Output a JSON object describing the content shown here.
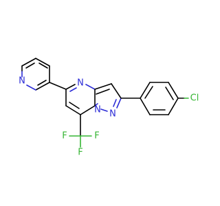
{
  "molecule": {
    "atoms": {
      "pyridine_n": {
        "label": "N",
        "color": "#2b2bd6"
      },
      "pyrimidine_n": {
        "label": "N",
        "color": "#2b2bd6"
      },
      "bridge_n": {
        "label": "N",
        "color": "#2b2bd6"
      },
      "pyrazole_n": {
        "label": "N",
        "color": "#2b2bd6"
      },
      "chlorine": {
        "label": "Cl",
        "color": "#35b533"
      },
      "fluorine_left": {
        "label": "F",
        "color": "#35b533"
      },
      "fluorine_right": {
        "label": "F",
        "color": "#35b533"
      },
      "fluorine_bottom": {
        "label": "F",
        "color": "#35b533"
      }
    }
  }
}
